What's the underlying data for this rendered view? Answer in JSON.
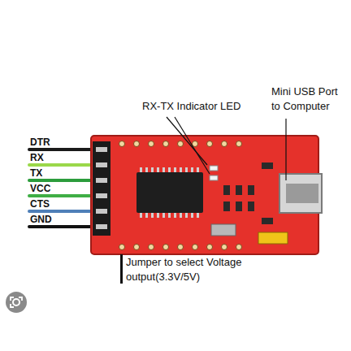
{
  "diagram": {
    "labels": [
      "Mini USB Port to Computer",
      "RX-TX Indicator LED",
      "DTR",
      "RX",
      "TX",
      "VCC",
      "CTS",
      "GND",
      "Jumper to select Voltage output(3.3V/5V)"
    ]
  }
}
